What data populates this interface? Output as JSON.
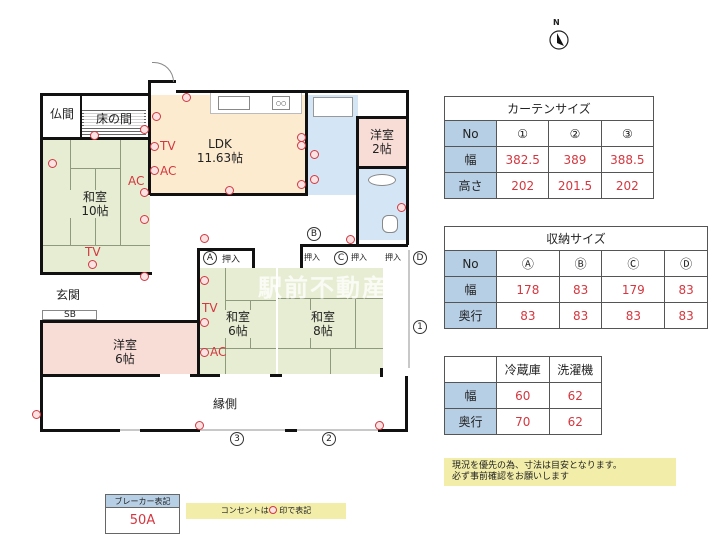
{
  "compass": {
    "label": "N",
    "icon": "north-arrow-icon"
  },
  "floorplan": {
    "rooms": {
      "butsuma": "仏間",
      "tokonoma": "床の間",
      "ldk": {
        "name": "LDK",
        "size": "11.63帖"
      },
      "washitsu10": {
        "name": "和室",
        "size": "10帖"
      },
      "yoshitsu2": {
        "name": "洋室",
        "size": "2帖"
      },
      "genkan": "玄関",
      "sb": "SB",
      "yoshitsu6": {
        "name": "洋室",
        "size": "6帖"
      },
      "washitsu6": {
        "name": "和室",
        "size": "6帖"
      },
      "washitsu8": {
        "name": "和室",
        "size": "8帖"
      },
      "engawa": "縁側"
    },
    "storage_labels": {
      "a": {
        "mark": "A",
        "label": "押入"
      },
      "b": {
        "mark": "B",
        "label": "押入"
      },
      "c": {
        "mark": "C",
        "label": "押入"
      },
      "d": {
        "mark": "D",
        "label": "押入"
      }
    },
    "window_marks": {
      "w1": "1",
      "w2": "2",
      "w3": "3"
    },
    "appliance_labels": {
      "tv": "TV",
      "ac": "AC"
    },
    "outlet_glyph": "⏀"
  },
  "curtain_table": {
    "title": "カーテンサイズ",
    "header": {
      "label": "No",
      "cols": [
        "①",
        "②",
        "③"
      ]
    },
    "rows": [
      {
        "label": "幅",
        "values": [
          "382.5",
          "389",
          "388.5"
        ]
      },
      {
        "label": "高さ",
        "values": [
          "202",
          "201.5",
          "202"
        ]
      }
    ]
  },
  "storage_table": {
    "title": "収納サイズ",
    "header": {
      "label": "No",
      "cols": [
        "Ⓐ",
        "Ⓑ",
        "Ⓒ",
        "Ⓓ"
      ]
    },
    "rows": [
      {
        "label": "幅",
        "values": [
          "178",
          "83",
          "179",
          "83"
        ]
      },
      {
        "label": "奥行",
        "values": [
          "83",
          "83",
          "83",
          "83"
        ]
      }
    ]
  },
  "appliance_table": {
    "header": {
      "label": "",
      "cols": [
        "冷蔵庫",
        "洗濯機"
      ]
    },
    "rows": [
      {
        "label": "幅",
        "values": [
          "60",
          "62"
        ]
      },
      {
        "label": "奥行",
        "values": [
          "70",
          "62"
        ]
      }
    ]
  },
  "notice": {
    "line1": "現況を優先の為、寸法は目安となります。",
    "line2": "必ず事前確認をお願いします"
  },
  "breaker": {
    "title": "ブレーカー表記",
    "value": "50A"
  },
  "outlet_legend": {
    "text_before": "コンセントは",
    "text_after": " 印で表記"
  },
  "watermark": "駅前不動産",
  "colors": {
    "accent_red": "#d4373f",
    "table_header_blue": "#b7cfe5",
    "ldk_fill": "#fdebd0",
    "washitsu_fill": "#e6edd2",
    "yoshitsu_fill": "#f8ddd6",
    "wet_area_fill": "#d4e6f5",
    "notice_yellow": "#f2eda8"
  }
}
